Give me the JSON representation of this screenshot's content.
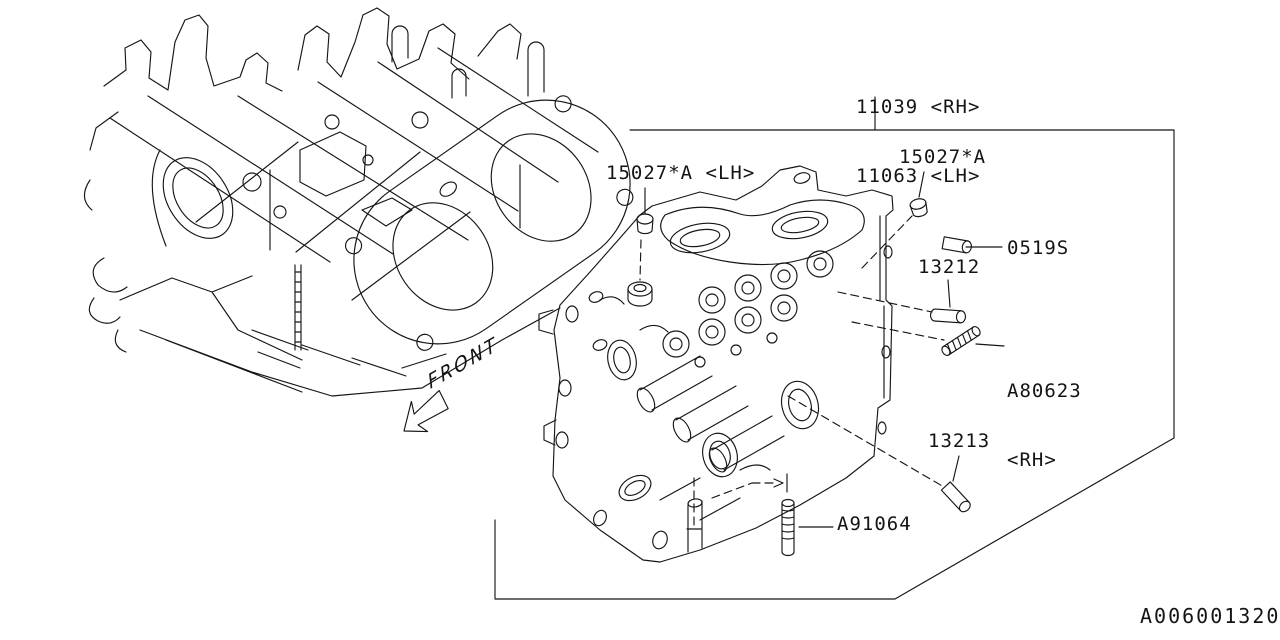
{
  "diagram": {
    "code": "A006001320",
    "front_label": "FRONT",
    "colors": {
      "line": "#161616",
      "background": "#ffffff"
    },
    "callouts": {
      "head": {
        "line1": "11039 <RH>",
        "line2": "11063 <LH>"
      },
      "plug_lh": {
        "label": "15027*A <LH>"
      },
      "plug_rh": {
        "label": "15027*A"
      },
      "pin_0519s": {
        "label": "0519S"
      },
      "pin_13212": {
        "label": "13212"
      },
      "stud_a80623": {
        "line1": "A80623",
        "line2": "<RH>"
      },
      "pin_13213": {
        "label": "13213"
      },
      "stud_a91064": {
        "label": "A91064"
      }
    }
  }
}
